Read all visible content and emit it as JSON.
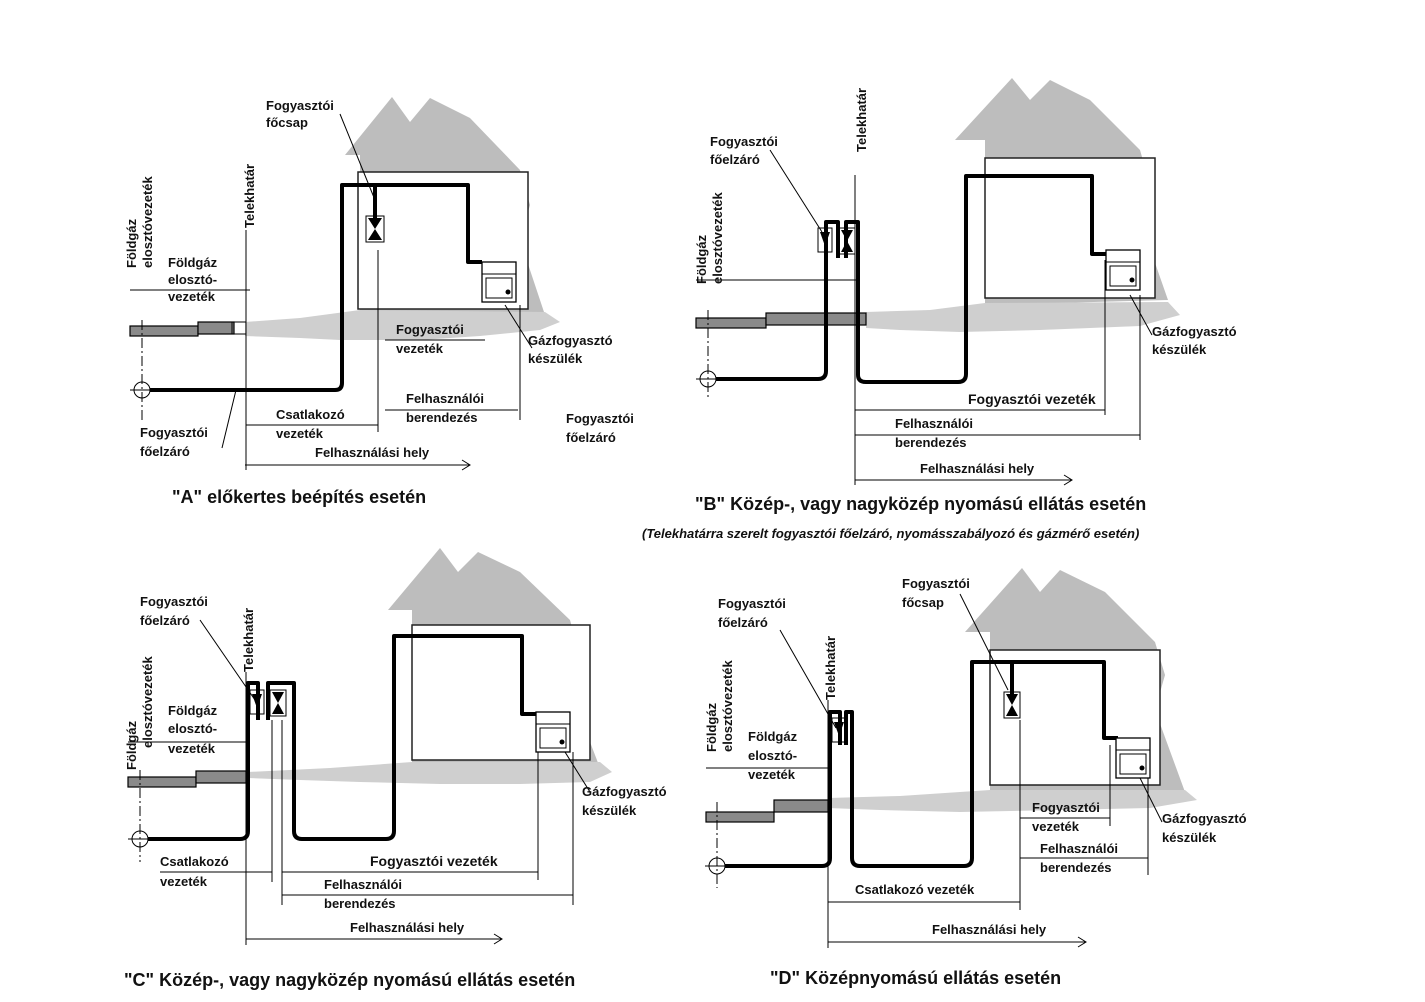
{
  "panels": {
    "a": {
      "caption": "\"A\" előkertes beépítés esetén",
      "fogyasztoi_focsap": [
        "Fogyasztói",
        "főcsap"
      ],
      "telekhatar": "Telekhatár",
      "foldgaz_elosztovezetek": [
        "Földgáz",
        "elosztóvezeték"
      ],
      "foldgaz_eloszto_vezetek": [
        "Földgáz",
        "elosztó-",
        "vezeték"
      ],
      "fogyasztoi_vezetek": [
        "Fogyasztói",
        "vezeték"
      ],
      "gazfogyaszto_keszulek": [
        "Gázfogyasztó",
        "készülék"
      ],
      "felhasznaloi_berendezes": [
        "Felhasználói",
        "berendezés"
      ],
      "fogyasztoi_foelzaro_right": [
        "Fogyasztói",
        "főelzáró"
      ],
      "csatlakozo_vezetek": [
        "Csatlakozó",
        "vezeték"
      ],
      "fogyasztoi_foelzaro": [
        "Fogyasztói",
        "főelzáró"
      ],
      "felhasznalasi_hely": "Felhasználási hely"
    },
    "b": {
      "caption": "\"B\" Közép-, vagy nagyközép nyomású ellátás esetén",
      "subcaption": "(Telekhatárra szerelt fogyasztói főelzáró, nyomásszabályozó és gázmérő esetén)",
      "fogyasztoi_foelzaro": [
        "Fogyasztói",
        "főelzáró"
      ],
      "telekhatar": "Telekhatár",
      "foldgaz_elosztovezetek": [
        "Földgáz",
        "elosztóvezeték"
      ],
      "gazfogyaszto_keszulek": [
        "Gázfogyasztó",
        "készülék"
      ],
      "fogyasztoi_vezetek": "Fogyasztói vezeték",
      "felhasznaloi_berendezes": [
        "Felhasználói",
        "berendezés"
      ],
      "felhasznalasi_hely": "Felhasználási hely"
    },
    "c": {
      "caption": "\"C\" Közép-, vagy nagyközép nyomású ellátás esetén",
      "fogyasztoi_foelzaro": [
        "Fogyasztói",
        "főelzáró"
      ],
      "telekhatar": "Telekhatár",
      "foldgaz_elosztovezetek": [
        "Földgáz",
        "elosztóvezeték"
      ],
      "foldgaz_eloszto_vezetek": [
        "Földgáz",
        "elosztó-",
        "vezeték"
      ],
      "gazfogyaszto_keszulek": [
        "Gázfogyasztó",
        "készülék"
      ],
      "csatlakozo_vezetek": [
        "Csatlakozó",
        "vezeték"
      ],
      "fogyasztoi_vezetek": "Fogyasztói vezeték",
      "felhasznaloi_berendezes": [
        "Felhasználói",
        "berendezés"
      ],
      "felhasznalasi_hely": "Felhasználási hely"
    },
    "d": {
      "caption": "\"D\" Középnyomású ellátás esetén",
      "fogyasztoi_focsap": [
        "Fogyasztói",
        "főcsap"
      ],
      "fogyasztoi_foelzaro": [
        "Fogyasztói",
        "főelzáró"
      ],
      "telekhatar": "Telekhatár",
      "foldgaz_elosztovezetek": [
        "Földgáz",
        "elosztóvezeték"
      ],
      "foldgaz_eloszto_vezetek": [
        "Földgáz",
        "elosztó-",
        "vezeték"
      ],
      "fogyasztoi_vezetek": [
        "Fogyasztói",
        "vezeték"
      ],
      "gazfogyaszto_keszulek": [
        "Gázfogyasztó",
        "készülék"
      ],
      "felhasznaloi_berendezes": [
        "Felhasználói",
        "berendezés"
      ],
      "csatlakozo_vezetek": "Csatlakozó vezeték",
      "felhasznalasi_hely": "Felhasználási hely"
    }
  },
  "colors": {
    "house": "#bdbdbd",
    "ground": "#cfcfcf",
    "main_pipe": "#8a8a8a"
  }
}
